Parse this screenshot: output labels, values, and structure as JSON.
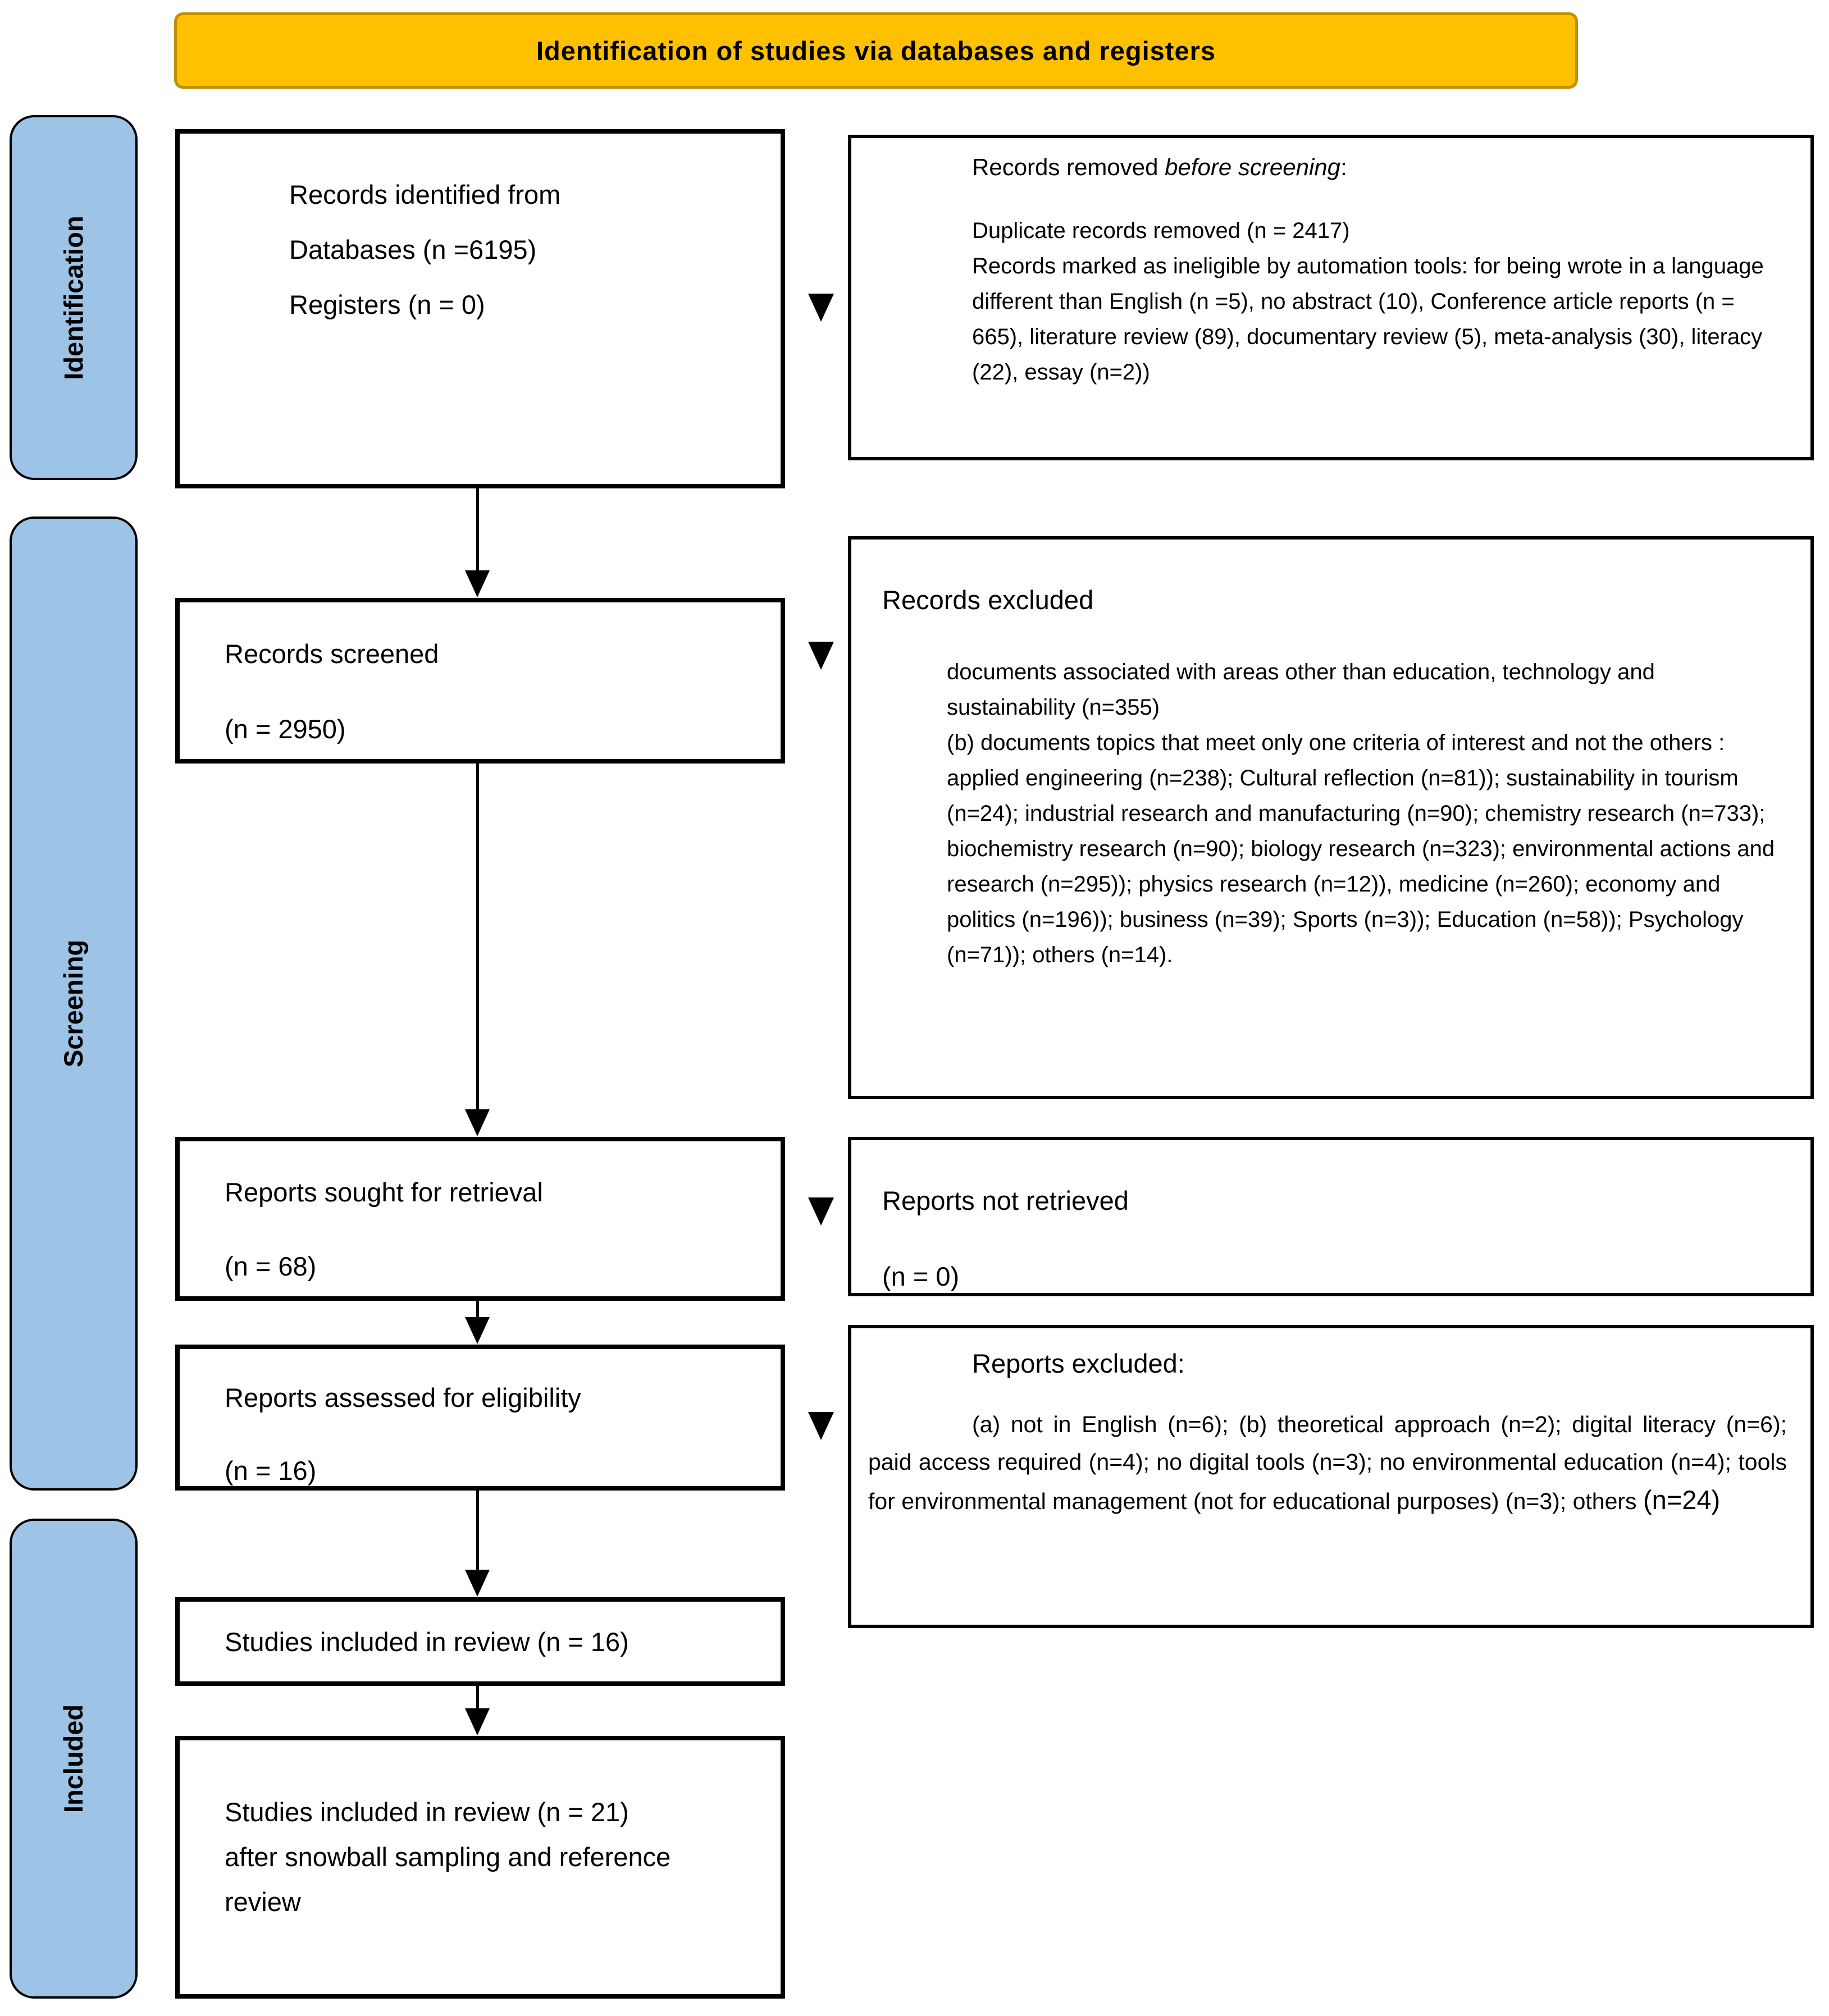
{
  "banner": {
    "title": "Identification of studies via databases and registers",
    "fill_color": "#FFC000",
    "border_color": "#BF9000"
  },
  "stages": [
    {
      "label": "Identification"
    },
    {
      "label": "Screening"
    },
    {
      "label": "Included"
    }
  ],
  "stage_fill_color": "#9DC3E6",
  "boxes": {
    "records_identified": {
      "line1": "Records identified from",
      "line2": "Databases (n =6195)",
      "line3": "Registers (n = 0)"
    },
    "records_removed": {
      "heading_prefix": "Records removed ",
      "heading_italic": "before screening",
      "heading_suffix": ":",
      "item1": "Duplicate records removed (n = 2417)",
      "item2": "Records marked as ineligible by automation tools: for being wrote in a language different than English (n =5), no abstract (10), Conference article reports (n = 665), literature review (89), documentary review (5), meta-analysis (30), literacy (22), essay (n=2))"
    },
    "records_screened": {
      "line1": "Records screened",
      "line2": "(n = 2950)"
    },
    "records_excluded": {
      "heading": "Records excluded",
      "body": "documents associated with areas other than education, technology and sustainability (n=355)\n(b) documents topics that meet only one criteria of interest and not the others : applied engineering (n=238); Cultural reflection (n=81)); sustainability in tourism (n=24); industrial research and manufacturing (n=90); chemistry research (n=733); biochemistry research (n=90); biology research (n=323); environmental actions and research (n=295)); physics research (n=12)), medicine (n=260); economy and politics (n=196)); business (n=39); Sports (n=3)); Education (n=58)); Psychology (n=71)); others (n=14)."
    },
    "reports_sought": {
      "line1": "Reports sought for retrieval",
      "line2": "(n = 68)"
    },
    "reports_not_retrieved": {
      "line1": "Reports not retrieved",
      "line2": "(n = 0)"
    },
    "reports_assessed": {
      "line1": "Reports assessed for eligibility",
      "line2": "(n = 16)"
    },
    "reports_excluded": {
      "heading": "Reports excluded:",
      "body": "(a) not in English (n=6); (b) theoretical approach (n=2); digital literacy (n=6); paid access required (n=4); no digital tools (n=3); no environmental education (n=4); tools for environmental management (not for educational purposes) (n=3); others ",
      "body_tail": "(n=24)"
    },
    "included_review": {
      "line1": "Studies included in review (n = 16)"
    },
    "included_snowball": {
      "line1": "Studies included in review (n = 21) after snowball sampling and reference review"
    }
  }
}
